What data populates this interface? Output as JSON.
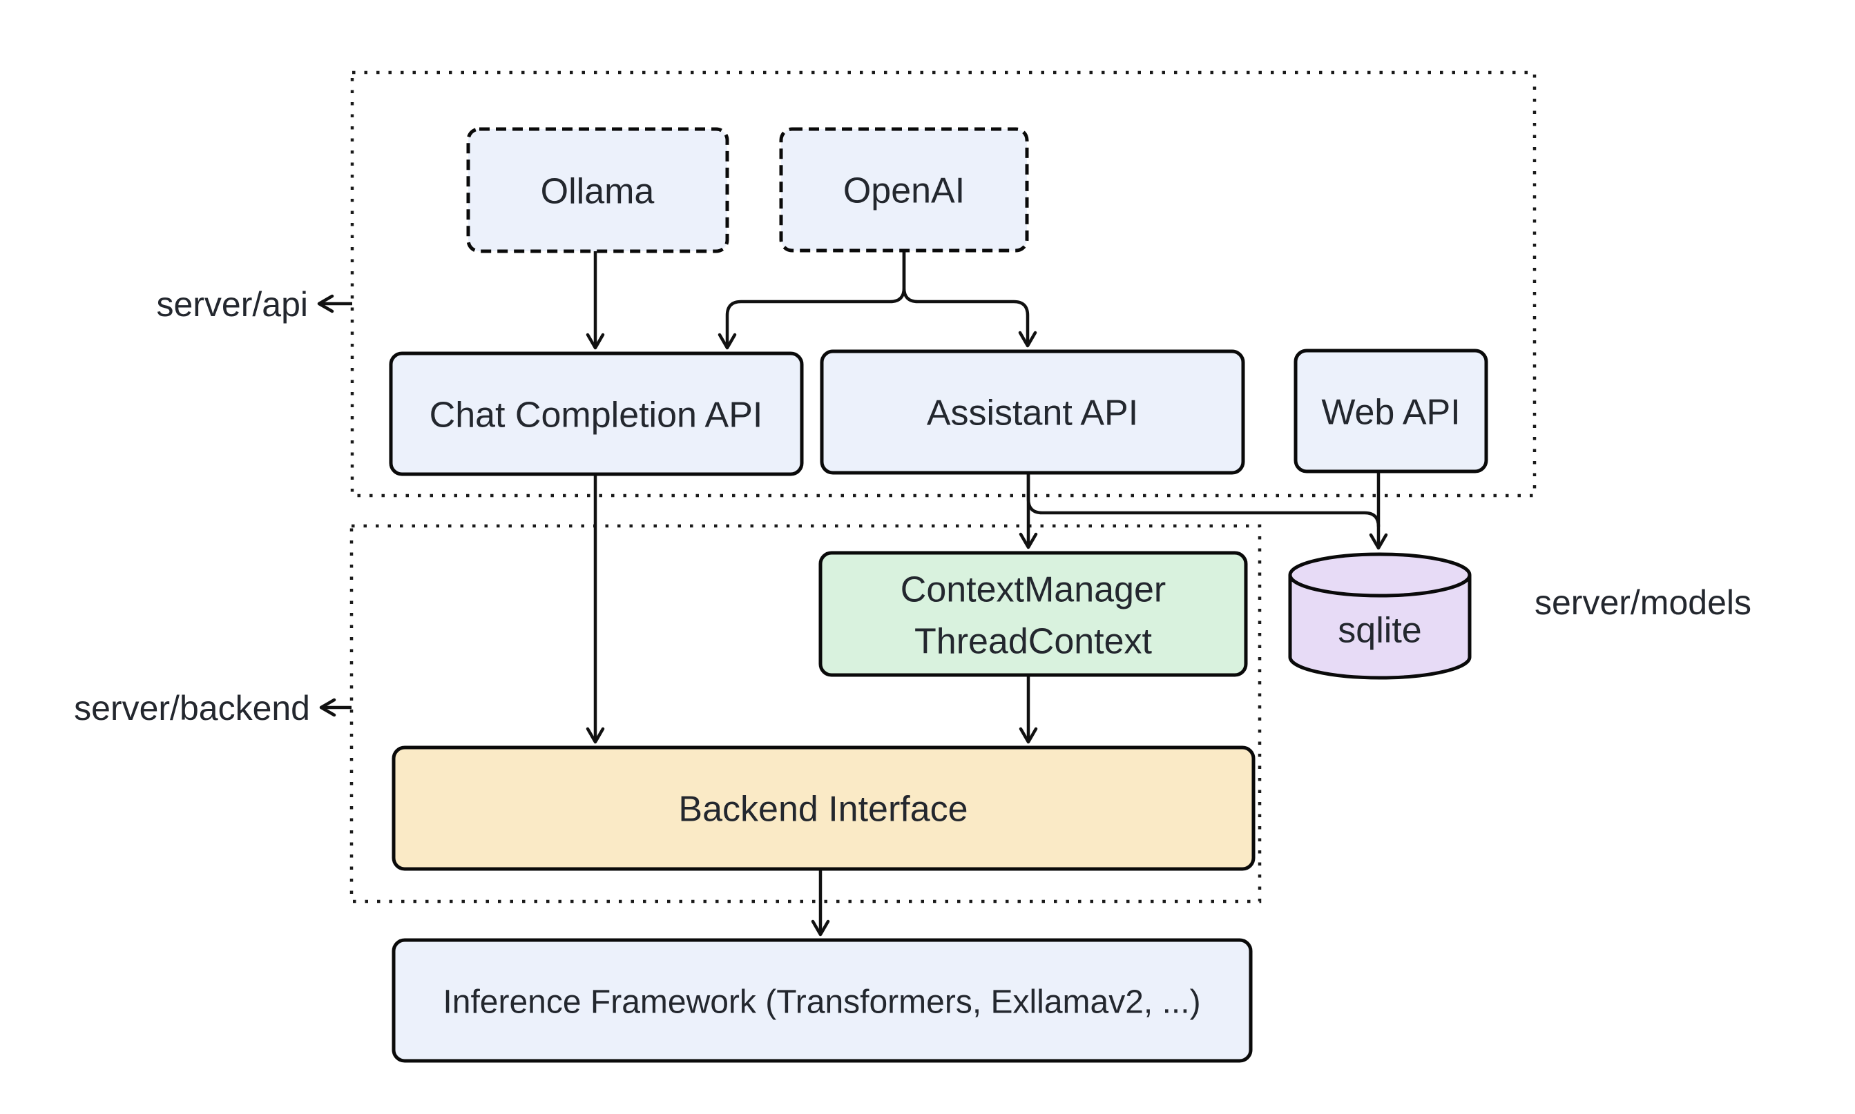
{
  "diagram": {
    "title": "server architecture diagram",
    "colors": {
      "background": "#ffffff",
      "node_blue": "#ecf1fb",
      "node_green": "#d9f2de",
      "node_yellow": "#faeac6",
      "node_purple": "#e7dbf6",
      "border": "#0a0a0a",
      "text": "#23272e"
    },
    "containers": {
      "api": {
        "label": "server/api"
      },
      "backend": {
        "label": "server/backend"
      },
      "models": {
        "label": "server/models"
      }
    },
    "nodes": {
      "ollama": {
        "label": "Ollama"
      },
      "openai": {
        "label": "OpenAI"
      },
      "chat_completion": {
        "label": "Chat Completion API"
      },
      "assistant": {
        "label": "Assistant API"
      },
      "web_api": {
        "label": "Web API"
      },
      "context_manager": {
        "line1": "ContextManager",
        "line2": "ThreadContext"
      },
      "backend_interface": {
        "label": "Backend Interface"
      },
      "inference": {
        "label": "Inference Framework (Transformers, Exllamav2, ...)"
      },
      "sqlite": {
        "label": "sqlite"
      }
    },
    "edges": [
      {
        "from": "ollama",
        "to": "chat_completion"
      },
      {
        "from": "openai",
        "to": "chat_completion"
      },
      {
        "from": "openai",
        "to": "assistant"
      },
      {
        "from": "chat_completion",
        "to": "backend_interface"
      },
      {
        "from": "assistant",
        "to": "context_manager"
      },
      {
        "from": "assistant",
        "to": "sqlite"
      },
      {
        "from": "web_api",
        "to": "sqlite"
      },
      {
        "from": "context_manager",
        "to": "backend_interface"
      },
      {
        "from": "backend_interface",
        "to": "inference"
      }
    ]
  }
}
